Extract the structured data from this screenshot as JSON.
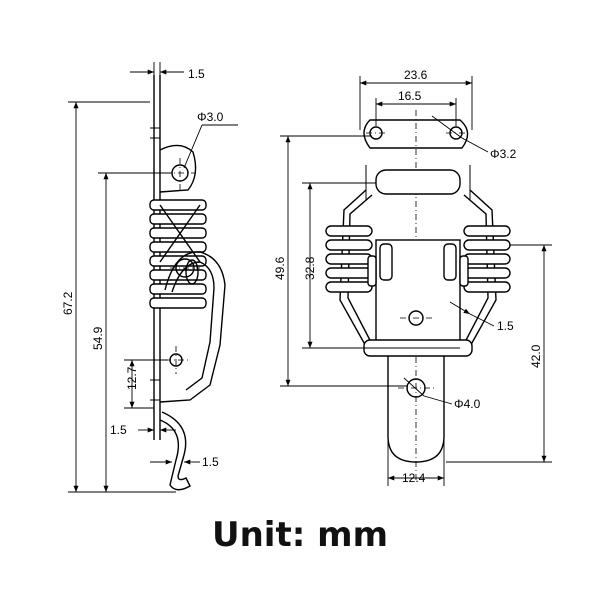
{
  "side_view": {
    "dims": {
      "plate_thickness_top": "1.5",
      "hole_dia": "Φ3.0",
      "overall_height": "67.2",
      "hole_to_bottom": "54.9",
      "lower_hole_height": "12.7",
      "plate_thickness_bottom": "1.5",
      "hook_thickness": "1.5"
    }
  },
  "front_view": {
    "dims": {
      "outer_width": "23.6",
      "hole_spacing": "16.5",
      "mount_hole_dia": "Φ3.2",
      "overall_height": "49.6",
      "spring_height": "32.8",
      "wire_thickness": "1.5",
      "latch_height": "42.0",
      "pivot_hole_dia": "Φ4.0",
      "latch_width": "12.4"
    }
  },
  "unit_label": "Unit: mm"
}
